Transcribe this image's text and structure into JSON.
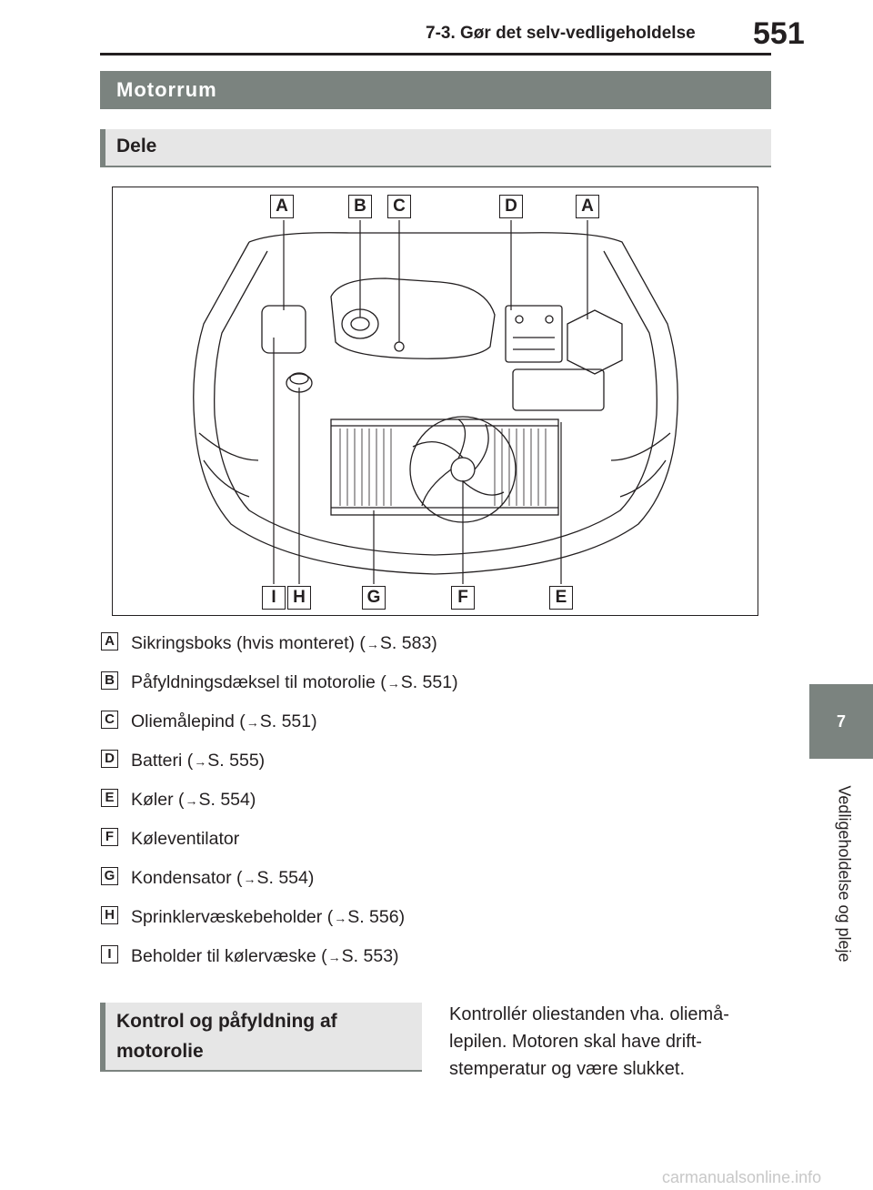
{
  "header": {
    "section": "7-3. Gør det selv-vedligeholdelse",
    "page_number": "551"
  },
  "side_tab": {
    "number": "7",
    "title": "Vedligeholdelse og pleje"
  },
  "titles": {
    "main": "Motorrum",
    "sub": "Dele"
  },
  "figure": {
    "top_labels": [
      "A",
      "B",
      "C",
      "D",
      "A"
    ],
    "bottom_labels": [
      "I",
      "H",
      "G",
      "F",
      "E"
    ]
  },
  "parts": [
    {
      "key": "A",
      "text": "Sikringsboks (hvis monteret) (",
      "ref": "S. 583)"
    },
    {
      "key": "B",
      "text": "Påfyldningsdæksel til motorolie (",
      "ref": "S. 551)"
    },
    {
      "key": "C",
      "text": "Oliemålepind (",
      "ref": "S. 551)"
    },
    {
      "key": "D",
      "text": "Batteri (",
      "ref": "S. 555)"
    },
    {
      "key": "E",
      "text": "Køler (",
      "ref": "S. 554)"
    },
    {
      "key": "F",
      "text": "Køleventilator",
      "ref": ""
    },
    {
      "key": "G",
      "text": "Kondensator (",
      "ref": "S. 554)"
    },
    {
      "key": "H",
      "text": "Sprinklervæskebeholder (",
      "ref": "S. 556)"
    },
    {
      "key": "I",
      "text": "Beholder til kølervæske (",
      "ref": "S. 553)"
    }
  ],
  "check_section": {
    "title_line1": "Kontrol og påfyldning af",
    "title_line2": "motorolie",
    "paragraph_line1": "Kontrollér oliestanden vha. oliemå-",
    "paragraph_line2": "lepilen. Motoren skal have drift-",
    "paragraph_line3": "stemperatur og være slukket."
  },
  "footer": "carmanualsonline.info"
}
